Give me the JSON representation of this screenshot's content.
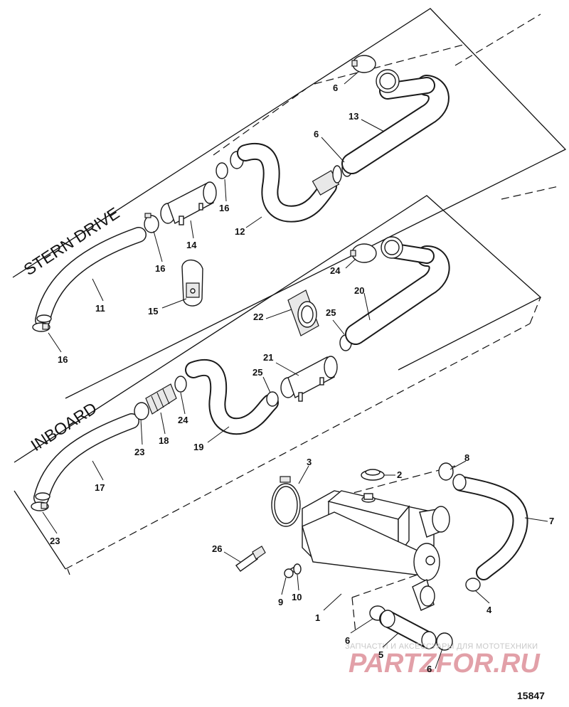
{
  "sections": {
    "stern_drive": "STERN DRIVE",
    "inboard": "INBOARD"
  },
  "figure_number": "15847",
  "watermark": {
    "tagline": "ЗАПЧАСТИ И АКСЕССУАРЫ ДЛЯ МОТОТЕХНИКИ",
    "brand": "PARTZFOR.RU"
  },
  "callouts": {
    "n1": "1",
    "n2": "2",
    "n3": "3",
    "n4": "4",
    "n5": "5",
    "n6a": "6",
    "n6b": "6",
    "n6c": "6",
    "n6d": "6",
    "n7": "7",
    "n8": "8",
    "n9": "9",
    "n10": "10",
    "n11": "11",
    "n12": "12",
    "n13": "13",
    "n14": "14",
    "n15": "15",
    "n16a": "16",
    "n16b": "16",
    "n16c": "16",
    "n17": "17",
    "n18": "18",
    "n19": "19",
    "n20": "20",
    "n21": "21",
    "n22": "22",
    "n23a": "23",
    "n23b": "23",
    "n24a": "24",
    "n24b": "24",
    "n25a": "25",
    "n25b": "25",
    "n26": "26"
  }
}
